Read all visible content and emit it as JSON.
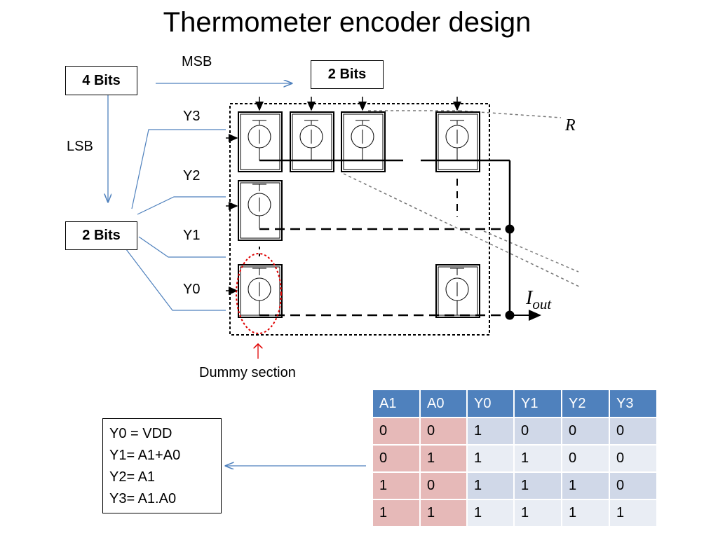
{
  "title": "Thermometer encoder design",
  "left_block": {
    "top_box": "4 Bits",
    "bottom_box": "2 Bits",
    "msb_label": "MSB",
    "lsb_label": "LSB",
    "right_box": "2 Bits"
  },
  "outputs": [
    "Y3",
    "Y2",
    "Y1",
    "Y0"
  ],
  "circuit": {
    "r_label": "R",
    "iout_label": "I",
    "iout_sub": "out",
    "dummy_label": "Dummy section"
  },
  "equations": [
    "Y0 = VDD",
    "Y1= A1+A0",
    "Y2= A1",
    "Y3= A1.A0"
  ],
  "truth_table": {
    "headers": [
      "A1",
      "A0",
      "Y0",
      "Y1",
      "Y2",
      "Y3"
    ],
    "rows": [
      [
        "0",
        "0",
        "1",
        "0",
        "0",
        "0"
      ],
      [
        "0",
        "1",
        "1",
        "1",
        "0",
        "0"
      ],
      [
        "1",
        "0",
        "1",
        "1",
        "1",
        "0"
      ],
      [
        "1",
        "1",
        "1",
        "1",
        "1",
        "1"
      ]
    ]
  },
  "colors": {
    "arrow_blue": "#4f81bd",
    "header_blue": "#4f81bd",
    "input_pink": "#e6b9b8",
    "dummy_red": "#e00000"
  }
}
